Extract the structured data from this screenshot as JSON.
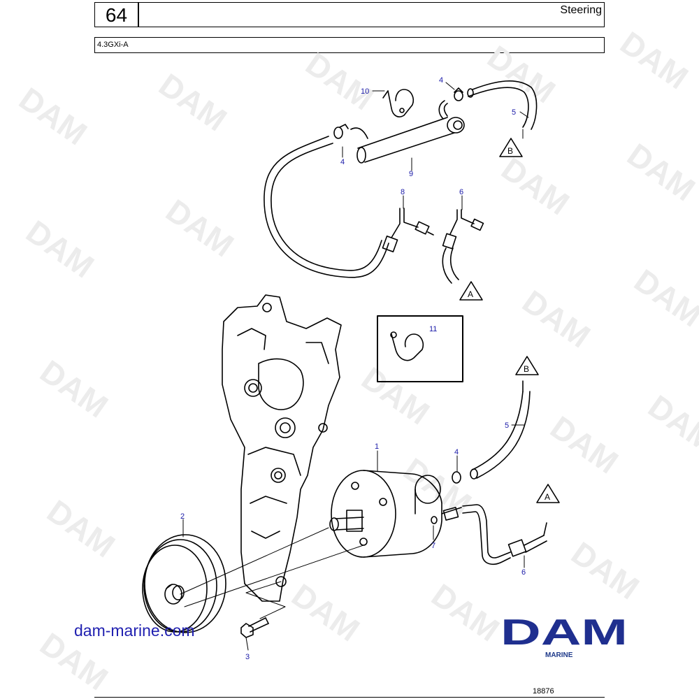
{
  "header": {
    "section_number": "64",
    "section_title": "Steering",
    "model": "4.3GXi-A"
  },
  "watermark": {
    "text": "DAM",
    "color": "#ececec"
  },
  "callouts": {
    "c1": "1",
    "c2": "2",
    "c3": "3",
    "c4a": "4",
    "c4b": "4",
    "c4c": "4",
    "c5a": "5",
    "c5b": "5",
    "c6a": "6",
    "c6b": "6",
    "c7": "7",
    "c8": "8",
    "c9": "9",
    "c10": "10",
    "c11": "11"
  },
  "connection_markers": {
    "a_upper": "A",
    "a_lower": "A",
    "b_upper": "B",
    "b_lower": "B"
  },
  "footer": {
    "website": "dam-marine.com",
    "brand": "DAM",
    "brand_sub": "MARINE",
    "drawing_number": "18876"
  },
  "colors": {
    "callout": "#1a1aa8",
    "brand_blue": "#1f2f8f",
    "line": "#000000"
  }
}
